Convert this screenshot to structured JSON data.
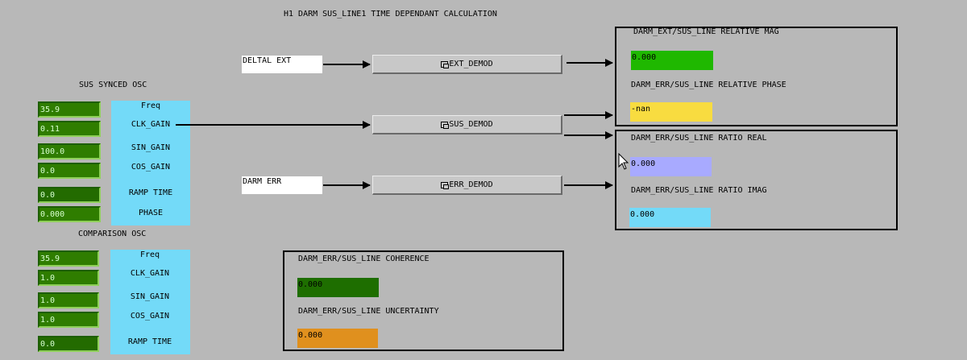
{
  "title": "H1 DARM SUS_LINE1 TIME DEPENDANT CALCULATION",
  "sus_osc": {
    "header": "SUS SYNCED OSC",
    "values": [
      "35.9",
      "0.11",
      "100.0",
      "0.0",
      "0.0",
      "0.000"
    ],
    "labels": [
      "Freq",
      "CLK_GAIN",
      "SIN_GAIN",
      "COS_GAIN",
      "RAMP TIME",
      "PHASE"
    ]
  },
  "comp_osc": {
    "header": "COMPARISON OSC",
    "values": [
      "35.9",
      "1.0",
      "1.0",
      "1.0",
      "0.0"
    ],
    "labels": [
      "Freq",
      "CLK_GAIN",
      "SIN_GAIN",
      "COS_GAIN",
      "RAMP TIME"
    ]
  },
  "inputs": {
    "deltal_ext": "DELTAL EXT",
    "darm_err": "DARM ERR"
  },
  "buttons": {
    "ext_demod": "EXT_DEMOD",
    "sus_demod": "SUS_DEMOD",
    "err_demod": "ERR_DEMOD"
  },
  "outputs": {
    "rel_mag_label": "DARM_EXT/SUS_LINE RELATIVE MAG",
    "rel_mag_value": "0.000",
    "rel_phase_label": "DARM_ERR/SUS_LINE RELATIVE PHASE",
    "rel_phase_value": "-nan",
    "ratio_real_label": "DARM_ERR/SUS_LINE RATIO REAL",
    "ratio_real_value": "0.000",
    "ratio_imag_label": "DARM_ERR/SUS_LINE RATIO IMAG",
    "ratio_imag_value": "0.000",
    "coherence_label": "DARM_ERR/SUS_LINE COHERENCE",
    "coherence_value": "0.000",
    "uncertainty_label": "DARM_ERR/SUS_LINE UNCERTAINTY",
    "uncertainty_value": "0.000"
  },
  "colors": {
    "background": "#b8b8b8",
    "control_green": "#2f7d00",
    "label_cyan": "#73daf8",
    "mag_green": "#1fb800",
    "phase_yellow": "#f8dc40",
    "real_lavender": "#a8aaff",
    "imag_cyan": "#73daf8",
    "coherence_green": "#1e6e00",
    "uncertainty_orange": "#e0901e"
  }
}
